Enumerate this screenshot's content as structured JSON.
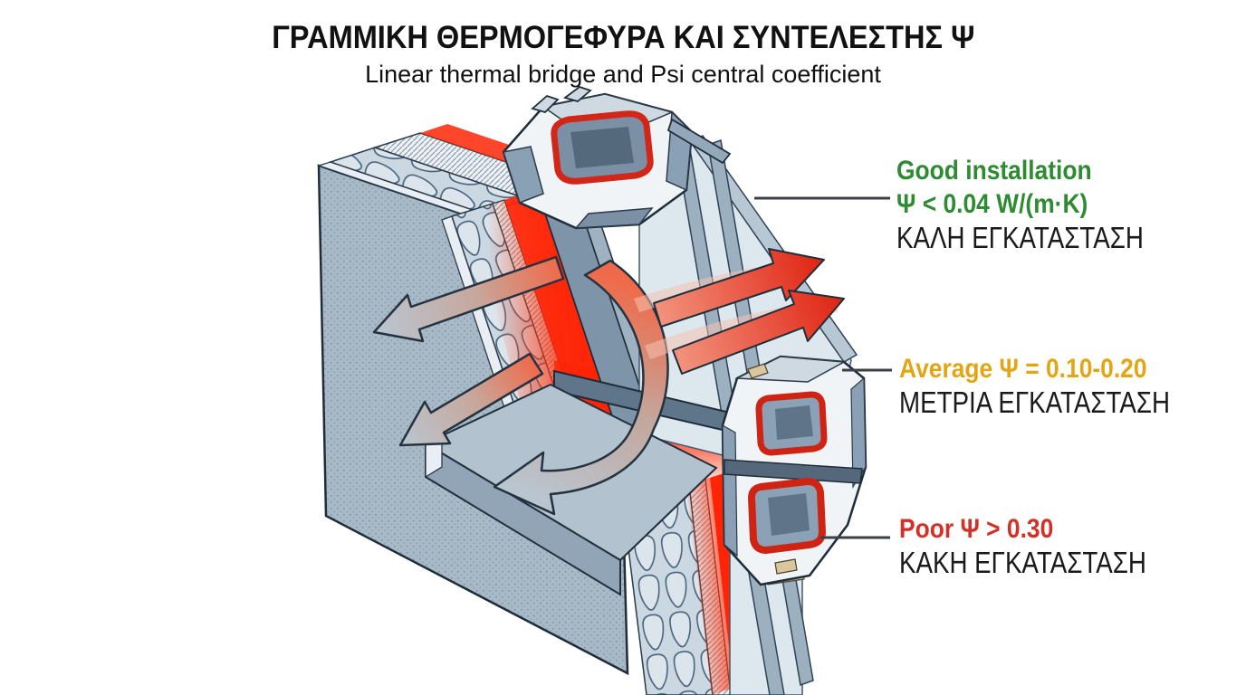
{
  "header": {
    "title_el": "ΓΡΑΜΜΙΚΗ ΘΕΡΜΟΓΕΦΥΡΑ ΚΑΙ ΣΥΝΤΕΛΕΣΤΗΣ Ψ",
    "subtitle_en": "Linear thermal bridge and Psi central coefficient"
  },
  "annotations": {
    "good": {
      "line1": "Good installation",
      "line2": "Ψ < 0.04 W/(m·K)",
      "line3": "ΚΑΛΗ ΕΓΚΑΤΑΣΤΑΣΗ",
      "color": "#2e8b32"
    },
    "average": {
      "line1": "Average Ψ = 0.10-0.20",
      "line2": "ΜΕΤΡΙΑ ΕΓΚΑΤΑΣΤΑΣΗ",
      "color": "#e2a614"
    },
    "poor": {
      "line1": "Poor Ψ > 0.30",
      "line2": "ΚΑΚΗ ΕΓΚΑΤΑΣΤΑΣΗ",
      "color": "#d33027"
    }
  },
  "diagram": {
    "description": "Isometric cutaway of a wall–window junction showing a linear thermal bridge (red glow) at the frame, with heat-flow arrows through wall, sill and glazing",
    "colors": {
      "thermal_bridge_red": "#ff2405",
      "gasket_red": "#cf2414",
      "heat_arrow_red": "#e02312",
      "frame_blue_gray": "#8aa0b4",
      "wall_face": "#a8b9c7",
      "glass": "#dde7ee",
      "outline": "#1f2d3a"
    },
    "icons": [
      "heat-flow-arrow-upper-icon",
      "heat-flow-arrow-curved-icon",
      "heat-flow-arrow-sill-icon",
      "heat-loss-arrow-glazing-top-icon",
      "heat-loss-arrow-glazing-bottom-icon"
    ]
  }
}
